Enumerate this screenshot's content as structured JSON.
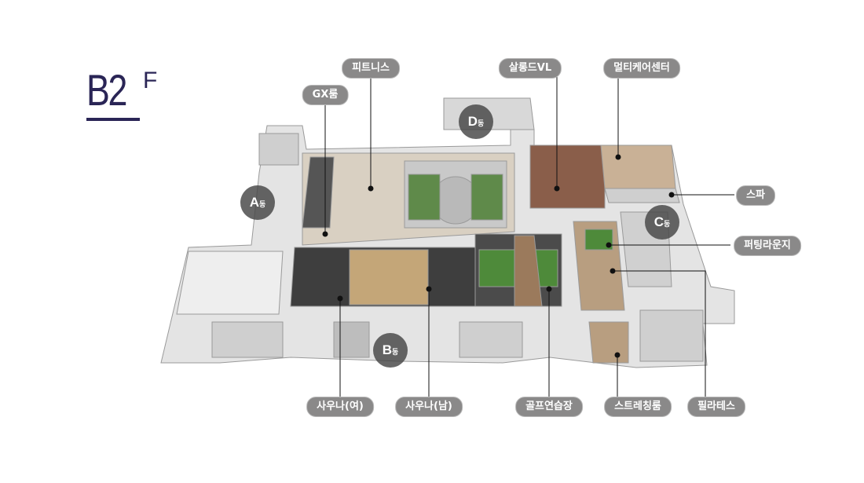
{
  "floor": {
    "name": "B2",
    "suffix": "F"
  },
  "colors": {
    "title": "#2a2556",
    "label_bg": "#8a8989",
    "building_marker": "#464646"
  },
  "buildings": [
    {
      "id": "A",
      "suffix": "동"
    },
    {
      "id": "B",
      "suffix": "동"
    },
    {
      "id": "C",
      "suffix": "동"
    },
    {
      "id": "D",
      "suffix": "동"
    }
  ],
  "labels": {
    "fitness": "피트니스",
    "gx_room": "GX룸",
    "salon_vl": "살롱드VL",
    "multicare": "멀티케어센터",
    "spa": "스파",
    "putting_lounge": "퍼팅라운지",
    "sauna_female": "사우나(여)",
    "sauna_male": "사우나(남)",
    "golf_range": "골프연습장",
    "stretching_room": "스트레칭룸",
    "pilates": "필라테스"
  }
}
